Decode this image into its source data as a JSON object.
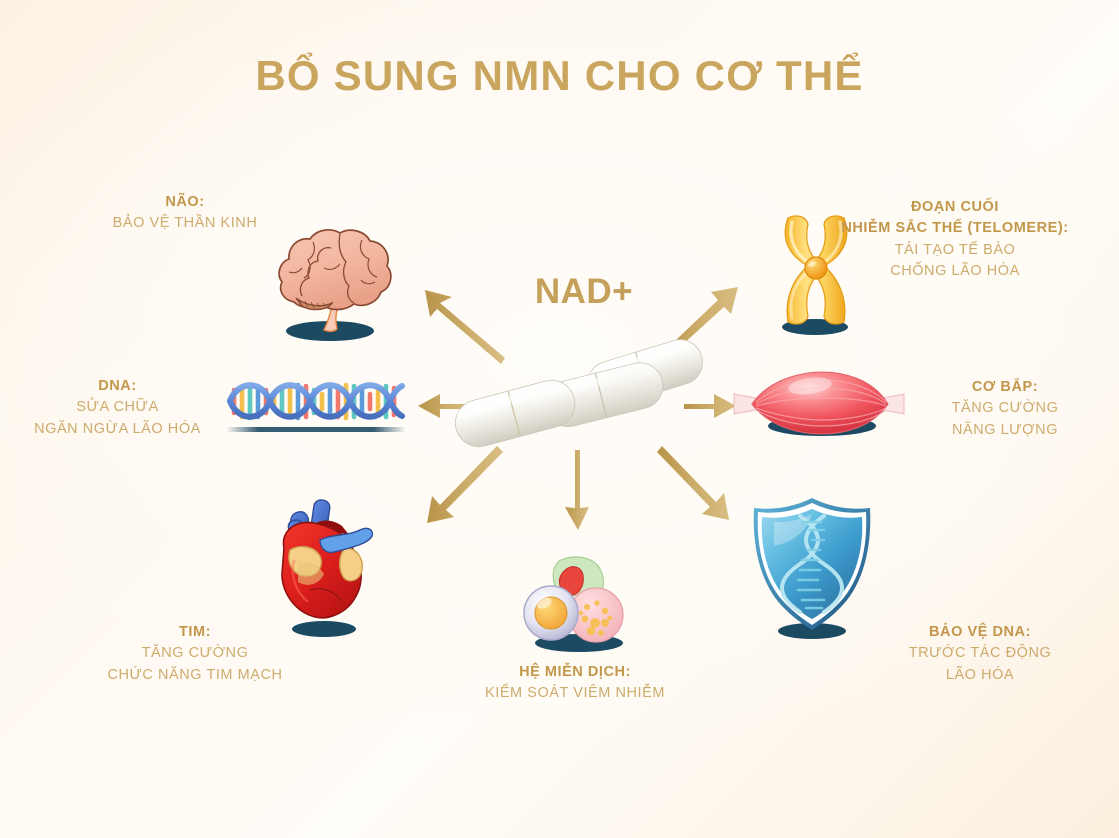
{
  "page": {
    "title": "BỔ SUNG NMN CHO CƠ THỂ",
    "center_label": "NAD+",
    "background_color": "#fdf6ec",
    "accent_color": "#c9a55d",
    "label_color": "#cdab6c",
    "shadow_color": "#1d4a63"
  },
  "nodes": [
    {
      "key": "brain",
      "icon": "brain-icon",
      "heading": "NÃO:",
      "lines": [
        "BẢO VỆ THẦN KINH"
      ],
      "position": "top-left"
    },
    {
      "key": "dna",
      "icon": "dna-helix-icon",
      "heading": "DNA:",
      "lines": [
        "SỬA CHỮA",
        "NGĂN NGỪA LÃO HÓA"
      ],
      "position": "left"
    },
    {
      "key": "heart",
      "icon": "heart-icon",
      "heading": "TIM:",
      "lines": [
        "TĂNG CƯỜNG",
        "CHỨC NĂNG TIM MẠCH"
      ],
      "position": "bottom-left"
    },
    {
      "key": "immune",
      "icon": "immune-cells-icon",
      "heading": "HỆ MIỄN DỊCH:",
      "lines": [
        "KIỂM SOÁT VIÊM NHIỄM"
      ],
      "position": "bottom"
    },
    {
      "key": "telomere",
      "icon": "chromosome-icon",
      "heading_line1": "ĐOẠN CUỐI",
      "heading_line2": "NHIỄM SẮC THỂ (TELOMERE):",
      "lines": [
        "TÁI TẠO TẾ BÀO",
        "CHỐNG LÃO HÓA"
      ],
      "position": "top-right"
    },
    {
      "key": "muscle",
      "icon": "muscle-icon",
      "heading": "CƠ BẮP:",
      "lines": [
        "TĂNG CƯỜNG",
        "NĂNG LƯỢNG"
      ],
      "position": "right"
    },
    {
      "key": "dna_protection",
      "icon": "shield-dna-icon",
      "heading": "BẢO VỆ DNA:",
      "lines": [
        "TRƯỚC TÁC ĐỘNG",
        "LÃO HÓA"
      ],
      "position": "bottom-right"
    }
  ],
  "center": {
    "icon": "capsules-icon",
    "capsule_count": 3
  }
}
